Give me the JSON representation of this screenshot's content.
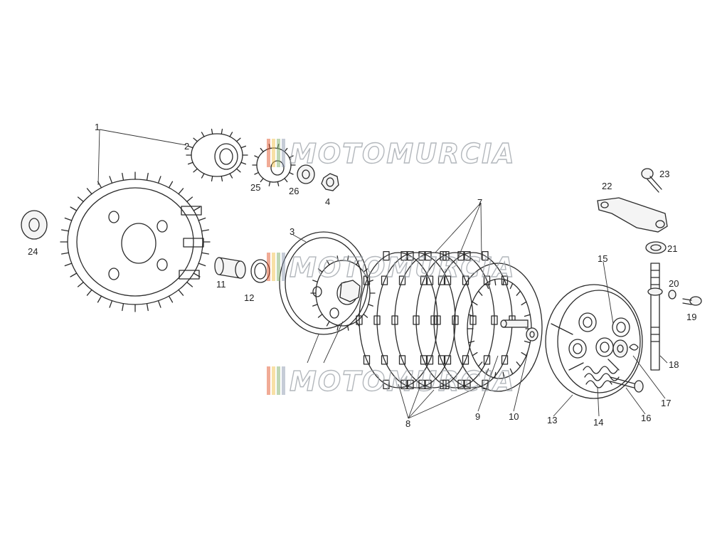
{
  "watermark": {
    "text": "MOTOMURCIA",
    "colors": [
      "#e4572e",
      "#f2c14e",
      "#7fb069",
      "#8e9aaf"
    ]
  },
  "labels": [
    "1",
    "2",
    "25",
    "26",
    "4",
    "24",
    "3",
    "11",
    "12",
    "7",
    "23",
    "22",
    "21",
    "15",
    "20",
    "19",
    "18",
    "17",
    "16",
    "14",
    "13",
    "10",
    "9",
    "8"
  ]
}
